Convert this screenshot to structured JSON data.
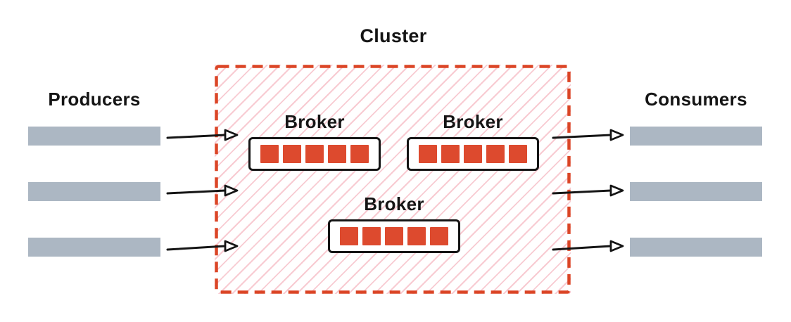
{
  "title": "Cluster",
  "producers": {
    "label": "Producers",
    "streams": 3
  },
  "consumers": {
    "label": "Consumers",
    "streams": 3
  },
  "cluster": {
    "brokers": [
      {
        "label": "Broker",
        "partitions": 5
      },
      {
        "label": "Broker",
        "partitions": 5
      },
      {
        "label": "Broker",
        "partitions": 5
      }
    ]
  },
  "colors": {
    "cluster_border": "#DB4526",
    "partition": "#DD4A2E",
    "hatch": "#F8CBD2",
    "bar": "#ACB7C3",
    "ink": "#151515"
  }
}
